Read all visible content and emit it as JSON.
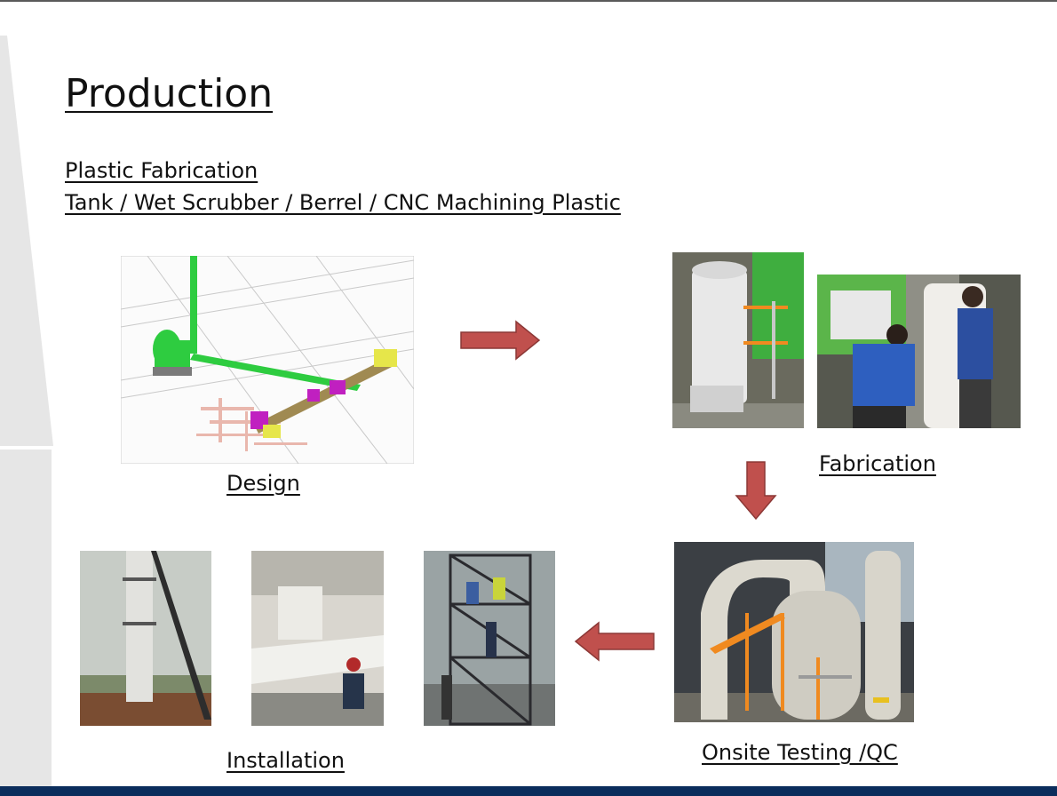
{
  "slide": {
    "title": "Production",
    "subtitle_line1": "Plastic Fabrication",
    "subtitle_line2": "Tank / Wet Scrubber / Berrel / CNC Machining Plastic"
  },
  "steps": {
    "design": "Design",
    "fabrication": "Fabrication",
    "testing": "Onsite Testing /QC ",
    "installation": "Installation"
  },
  "colors": {
    "arrow_fill": "#c0504d",
    "arrow_stroke": "#8c3836",
    "bottom_bar": "#0b2d5c",
    "side_panel": "#e6e6e6"
  }
}
